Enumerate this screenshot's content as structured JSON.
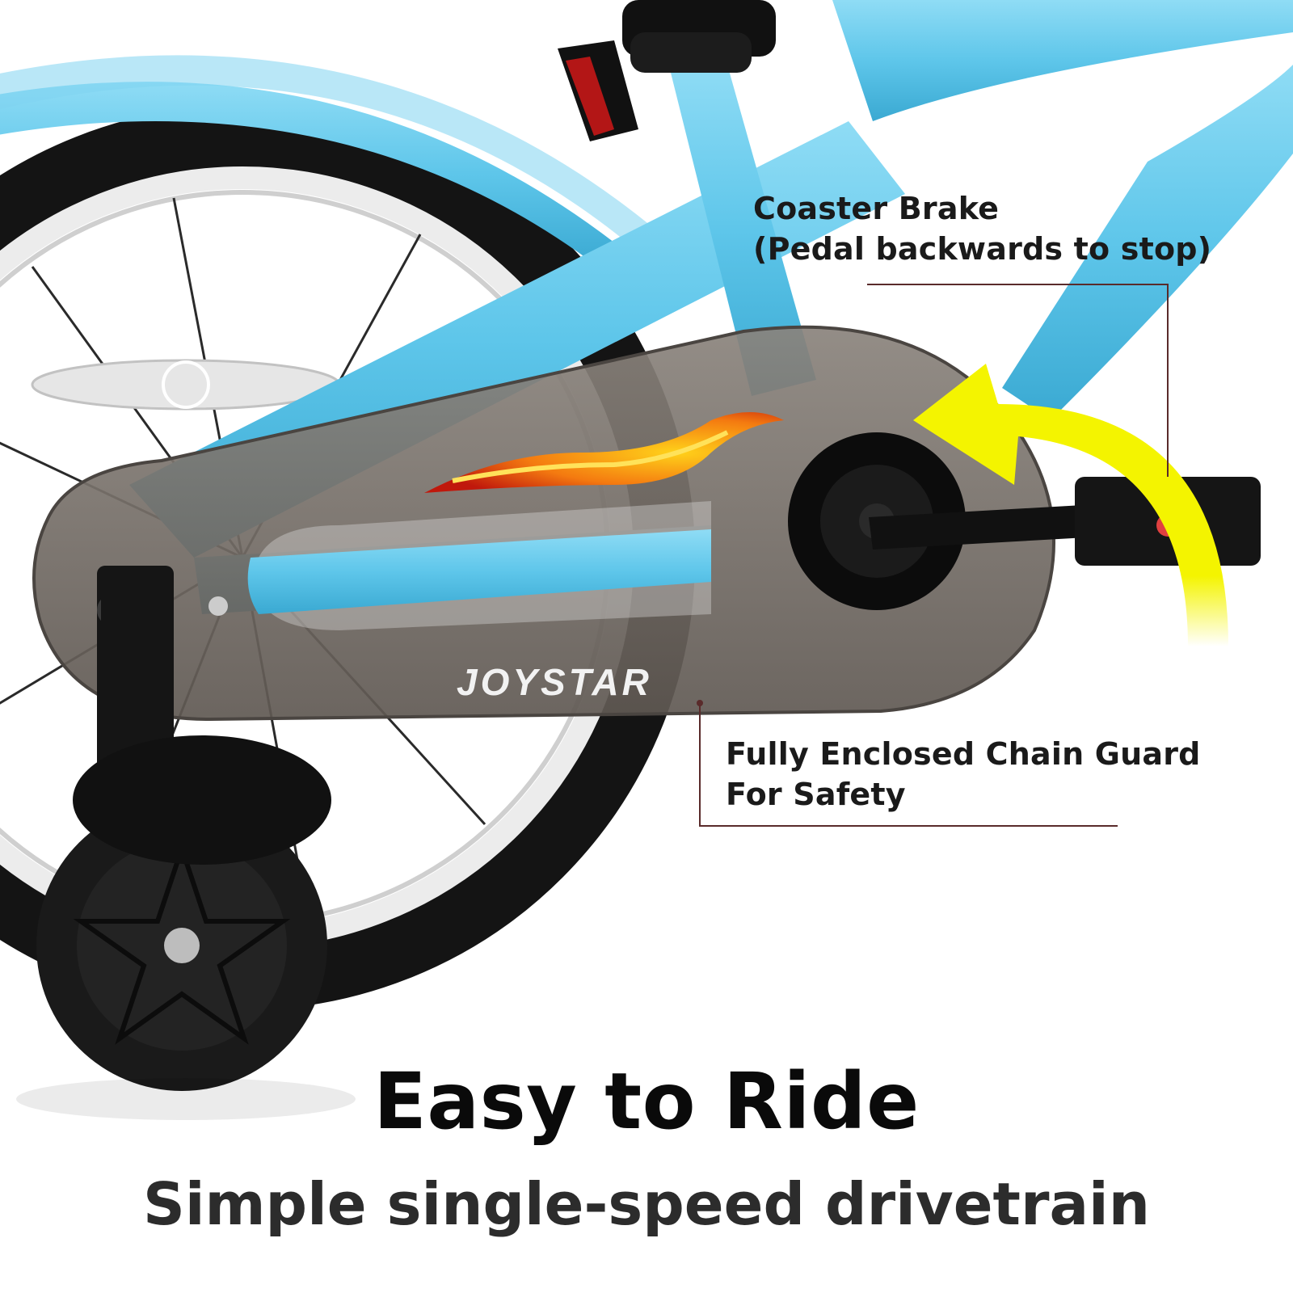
{
  "colors": {
    "frame_blue": "#5ec6ea",
    "frame_blue_dark": "#3aa9d2",
    "arrow_yellow": "#f4f400",
    "chain_guard": "#6f6760",
    "tire_black": "#141414",
    "leader_line": "#5a2b2b"
  },
  "callouts": {
    "brake_line1": "Coaster Brake",
    "brake_line2": "(Pedal backwards to stop)",
    "guard_line1": "Fully Enclosed Chain Guard",
    "guard_line2": "For Safety"
  },
  "chain_guard": {
    "brand": "JOYSTAR"
  },
  "headline": "Easy to Ride",
  "subline": "Simple single-speed drivetrain"
}
